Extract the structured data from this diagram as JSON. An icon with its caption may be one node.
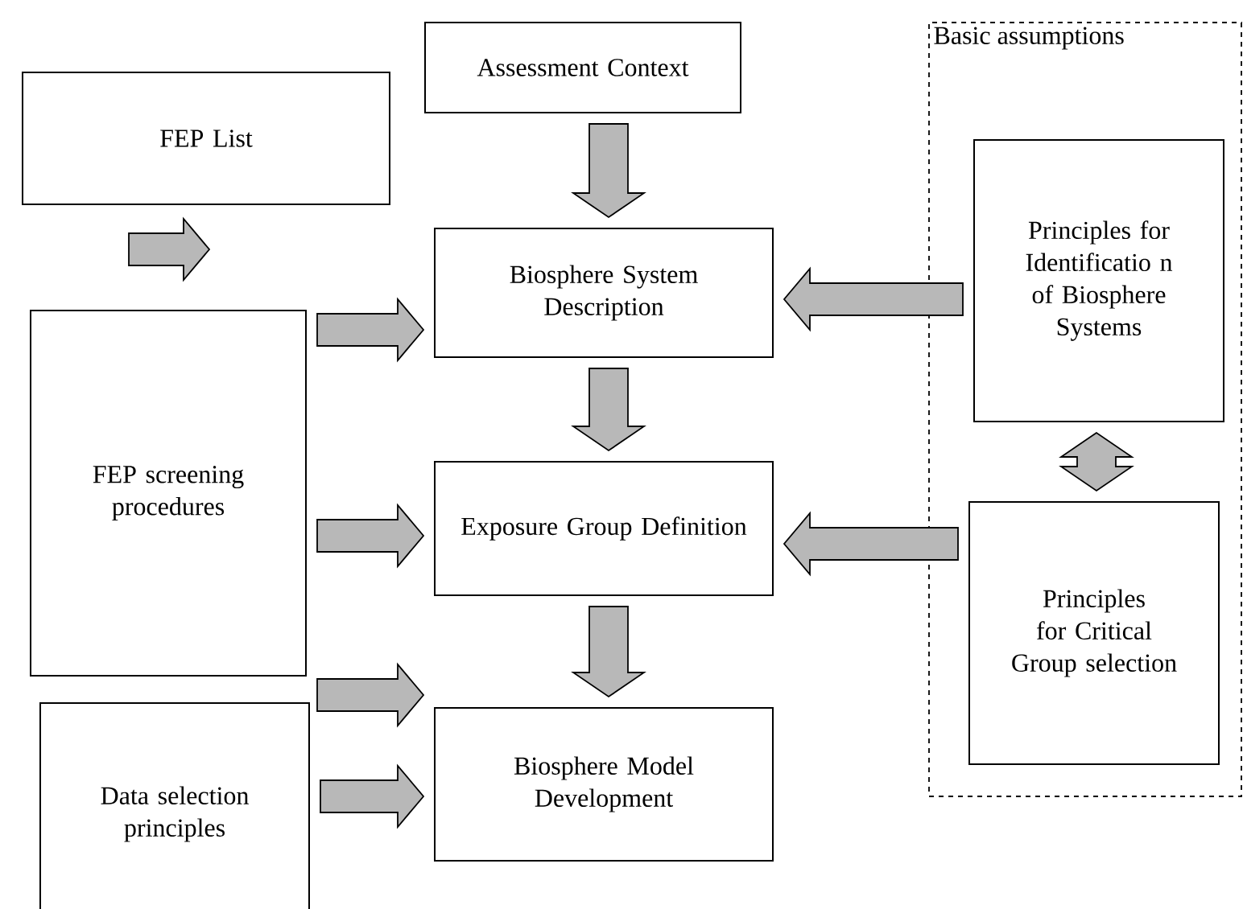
{
  "diagram": {
    "nodes": [
      {
        "text": [
          "Assessment Context"
        ]
      },
      {
        "text": [
          "FEP List"
        ]
      },
      {
        "text": [
          "Biosphere System Description"
        ]
      },
      {
        "text": [
          "FEP screening procedures"
        ]
      },
      {
        "text": [
          "Exposure Group Definition"
        ]
      },
      {
        "text": [
          "Data selection principles"
        ]
      },
      {
        "text": [
          "Biosphere Model Development"
        ]
      },
      {
        "text": [
          "Basic assumptions"
        ]
      },
      {
        "text": [
          "Principles for Identificatio n of Biosphere Systems"
        ],
        "in": 7
      },
      {
        "text": [
          "Principles for Critical Group selection"
        ],
        "in": 7
      }
    ],
    "edges": [
      {
        "from": 0,
        "to": 2,
        "arrow": "to"
      },
      {
        "from": 1,
        "to": null,
        "arrow": "to"
      },
      {
        "from": 3,
        "to": 2,
        "arrow": "to"
      },
      {
        "from": 8,
        "to": 2,
        "arrow": "to"
      },
      {
        "from": 2,
        "to": 4,
        "arrow": "to"
      },
      {
        "from": 3,
        "to": 4,
        "arrow": "to"
      },
      {
        "from": 9,
        "to": 4,
        "arrow": "to"
      },
      {
        "from": 8,
        "to": 9,
        "arrow": "both"
      },
      {
        "from": 4,
        "to": 6,
        "arrow": "to"
      },
      {
        "from": 3,
        "to": 6,
        "arrow": "to"
      },
      {
        "from": 5,
        "to": 6,
        "arrow": "to"
      }
    ]
  }
}
